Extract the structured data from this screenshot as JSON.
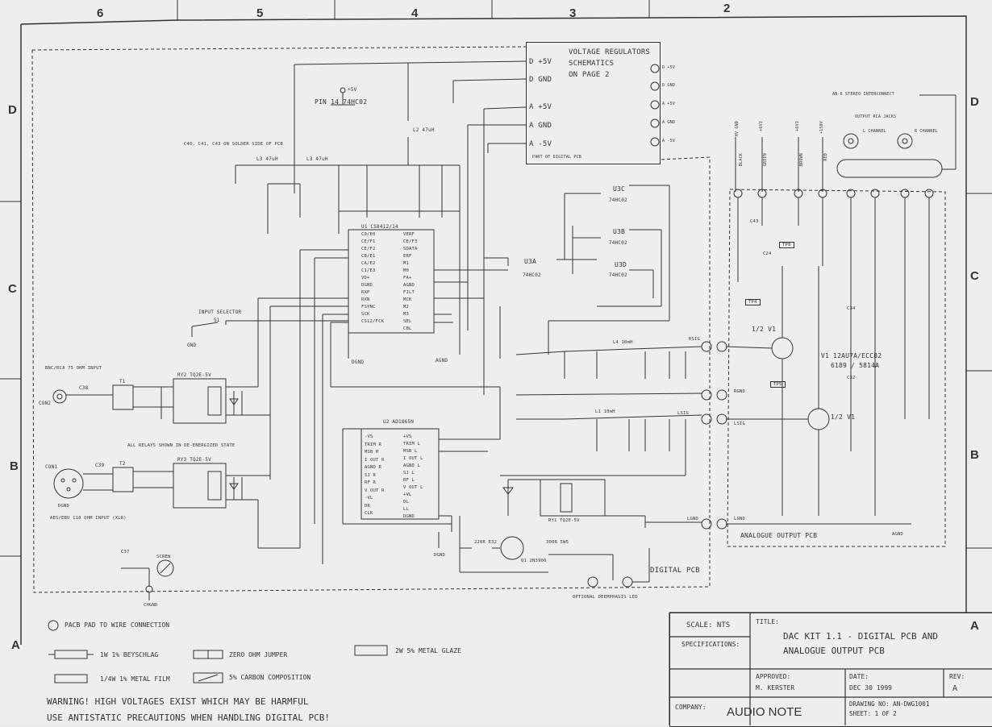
{
  "border": {
    "zones_top": [
      "6",
      "5",
      "4",
      "3",
      "2"
    ],
    "zones_side": [
      "D",
      "C",
      "B",
      "A"
    ]
  },
  "labels": {
    "vreg_title": "VOLTAGE REGULATORS",
    "vreg_schematics": "SCHEMATICS",
    "vreg_page": "ON PAGE 2",
    "vreg_dplus": "D +5V",
    "vreg_dgnd": "D GND",
    "vreg_aplus": "A +5V",
    "vreg_agnd": "A GND",
    "vreg_aminus": "A -5V",
    "vreg_part": "PART OF DIGITAL PCB",
    "pad_d5": "D +5V",
    "pad_dgnd": "D GND",
    "pad_a5": "A +5V",
    "pad_agnd": "A GND",
    "pad_am5": "A -5V",
    "pin14": "PIN 14 74HC02",
    "plus5v": "+5V",
    "caps_note": "C40, C41, C43 ON SOLDER SIDE OF PCB",
    "l3": "L3 47uH",
    "l3b": "L3 47uH",
    "l2": "L2 47uH",
    "u1_title": "U1 CS8412/14",
    "u1_pins_left": [
      "C0/E0",
      "CE/F1",
      "CE/F2",
      "CB/E1",
      "CA/E2",
      "C1/E3",
      "VD+",
      "DGND",
      "RXP",
      "RXN",
      "FSYNC",
      "SCK",
      "CS12/FCK"
    ],
    "u1_pins_right": [
      "VERF",
      "CE/F3",
      "SDATA",
      "ERF",
      "M1",
      "M0",
      "FA+",
      "AGND",
      "FILT",
      "MCK",
      "M2",
      "M3",
      "SEL",
      "CBL"
    ],
    "u3c": "U3C",
    "u3b": "U3B",
    "u3a": "U3A",
    "u3d": "U3D",
    "hc02": "74HC02",
    "input_selector": "INPUT SELECTOR",
    "s1": "S1",
    "gnd": "GND",
    "bnc_title": "BNC/RCA 75 OHM INPUT",
    "con2": "CON2",
    "c38": "C38",
    "t1": "T1",
    "ry2": "RY2 TQ2E-5V",
    "relays_note": "ALL RELAYS SHOWN IN DE-ENERGIZED STATE",
    "con1": "CON1",
    "c39": "C39",
    "t2": "T2",
    "ry3": "RY3 TQ2E-5V",
    "aes_title": "AES/EBU 110 OHM INPUT (XLR)",
    "dgnd": "DGND",
    "agnd": "AGND",
    "u2_title": "U2 AD1865N",
    "u2_pins_left": [
      "-VS",
      "TRIM R",
      "MSB R",
      "I OUT R",
      "AGND R",
      "SJ R",
      "RF R",
      "V OUT R",
      "-VL",
      "DR",
      "CLK"
    ],
    "u2_pins_right": [
      "+VS",
      "TRIM L",
      "MSB L",
      "I OUT L",
      "AGND L",
      "SJ L",
      "RF L",
      "V OUT L",
      "+VL",
      "DL",
      "LL",
      "DGND"
    ],
    "ry1": "RY1 TQ2E-5V",
    "q1": "Q1 2N3906",
    "r32": "220R R32",
    "r40": "300R 5W5",
    "digital_pcb": "DIGITAL PCB",
    "optional_deemph": "OPTIONAL DEEMPHASIS LED",
    "screw": "SCREW",
    "c37": "C37",
    "chgnd": "CHGND",
    "l4": "L4 10mH",
    "l1": "L1 10mH",
    "rsig": "RSIG",
    "lsig": "LSIG",
    "rgnd": "RGND",
    "lgnd": "LGND",
    "an_stereo": "AN-6 STEREO INTERCONNECT",
    "output_rca": "OUTPUT RCA JACKS",
    "l_channel": "L CHANNEL",
    "r_channel": "R CHANNEL",
    "wire_colors": [
      "BLACK",
      "GREEN",
      "BROWN",
      "RED"
    ],
    "hv_labels": [
      "HV GND",
      "+6V3",
      "+6V3",
      "+150V"
    ],
    "tp8": "TP8",
    "tp4": "TP4",
    "tp5": "TP5",
    "c24": "C24",
    "c34": "C34",
    "c32": "C32",
    "c43": "C43",
    "v1_half_top": "1/2 V1",
    "v1_half_bot": "1/2 V1",
    "v1_type": "V1 12AU7A/ECC82",
    "v1_alt": "6189 / 5814A",
    "analogue_pcb": "ANALOGUE OUTPUT PCB",
    "pad_legend": "PACB PAD TO WIRE CONNECTION",
    "leg_1": "1W 1% BEYSCHLAG",
    "leg_2": "ZERO OHM JUMPER",
    "leg_3": "2W 5% METAL GLAZE",
    "leg_4": "1/4W 1% METAL FILM",
    "leg_5": "5% CARBON COMPOSITION",
    "warning_1": "WARNING! HIGH VOLTAGES EXIST WHICH MAY BE HARMFUL",
    "warning_2": "USE ANTISTATIC PRECAUTIONS WHEN HANDLING DIGITAL PCB!"
  },
  "title_block": {
    "scale_label": "SCALE: NTS",
    "spec_label": "SPECIFICATIONS:",
    "title_label": "TITLE:",
    "title_line1": "DAC KIT 1.1 - DIGITAL PCB AND",
    "title_line2": "ANALOGUE OUTPUT PCB",
    "approved_label": "APPROVED:",
    "approved_by": "M. KERSTER",
    "date_label": "DATE:",
    "date": "DEC 30 1999",
    "rev_label": "REV:",
    "rev": "A",
    "company_label": "COMPANY:",
    "company": "AUDIO NOTE",
    "drawing_no": "DRAWING NO: AN-DWG1001",
    "sheet": "SHEET: 1 OF 2"
  }
}
